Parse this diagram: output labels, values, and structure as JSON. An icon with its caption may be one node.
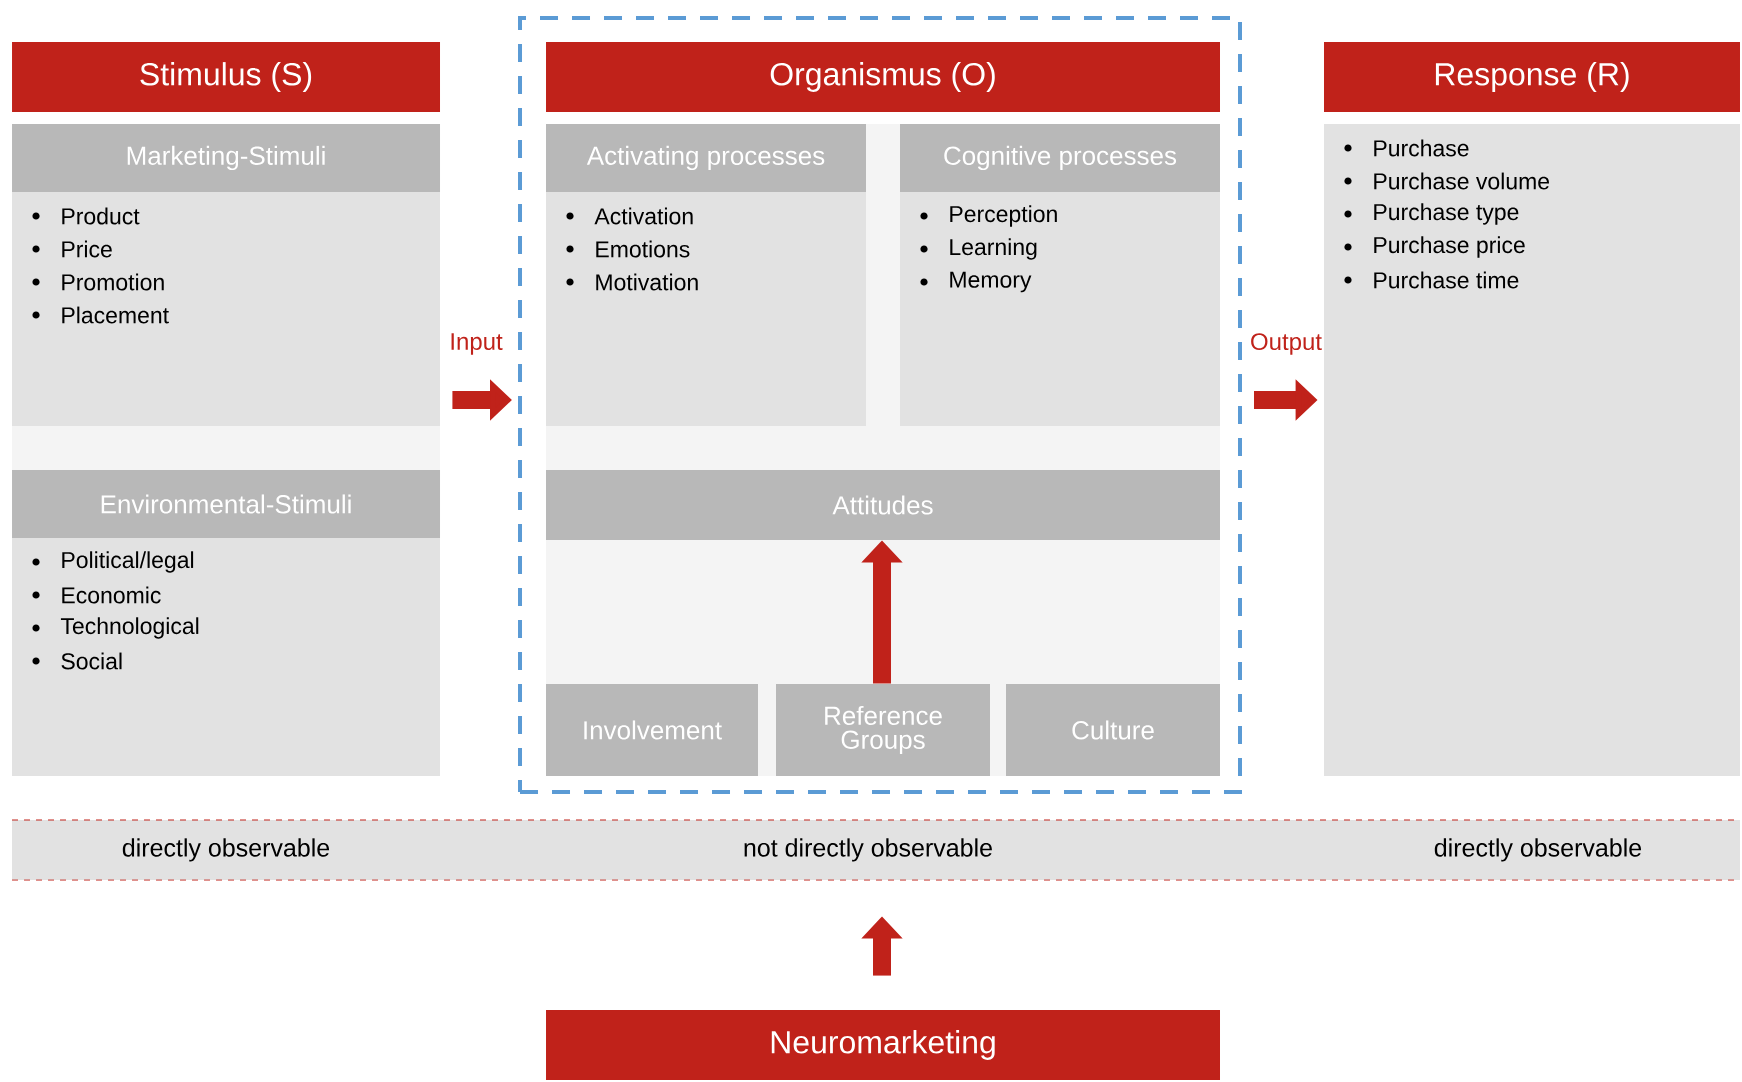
{
  "diagram": {
    "nodes": [
      {
        "text": [
          "Stimulus (S)"
        ]
      },
      {
        "text": [
          "Marketing-Stimuli",
          "Product",
          "Price",
          "Promotion",
          "Placement"
        ]
      },
      {
        "text": [
          "Environmental-Stimuli",
          "Political/legal",
          "Economic",
          "Technological",
          "Social"
        ]
      },
      {
        "text": [],
        "shape": "box"
      },
      {
        "text": [
          "Organismus (O)"
        ],
        "in": 3
      },
      {
        "text": [
          "Activating processes",
          "Activation",
          "Emotions",
          "Motivation"
        ],
        "in": 3
      },
      {
        "text": [
          "Cognitive processes",
          "Perception",
          "Learning",
          "Memory"
        ],
        "in": 3
      },
      {
        "text": [
          "Attitudes"
        ],
        "in": 3
      },
      {
        "text": [
          "Involvement"
        ],
        "in": 3
      },
      {
        "text": [
          "Reference Groups"
        ],
        "in": 3
      },
      {
        "text": [
          "Culture"
        ],
        "in": 3
      },
      {
        "text": [
          "Response (R)"
        ]
      },
      {
        "text": [
          "Purchase",
          "Purchase volume",
          "Purchase type",
          "Purchase price",
          "Purchase time"
        ]
      },
      {
        "text": [
          "directly observable",
          "not directly observable",
          "directly observable"
        ]
      },
      {
        "text": [
          "Neuromarketing"
        ]
      }
    ],
    "edges": [
      {
        "from": 1,
        "to": 3,
        "arrow": "to",
        "label": "Input"
      },
      {
        "from": 3,
        "to": 12,
        "arrow": "to",
        "label": "Output"
      },
      {
        "from": 9,
        "to": 7,
        "arrow": "to"
      },
      {
        "from": 14,
        "to": 13,
        "arrow": "to"
      }
    ]
  }
}
